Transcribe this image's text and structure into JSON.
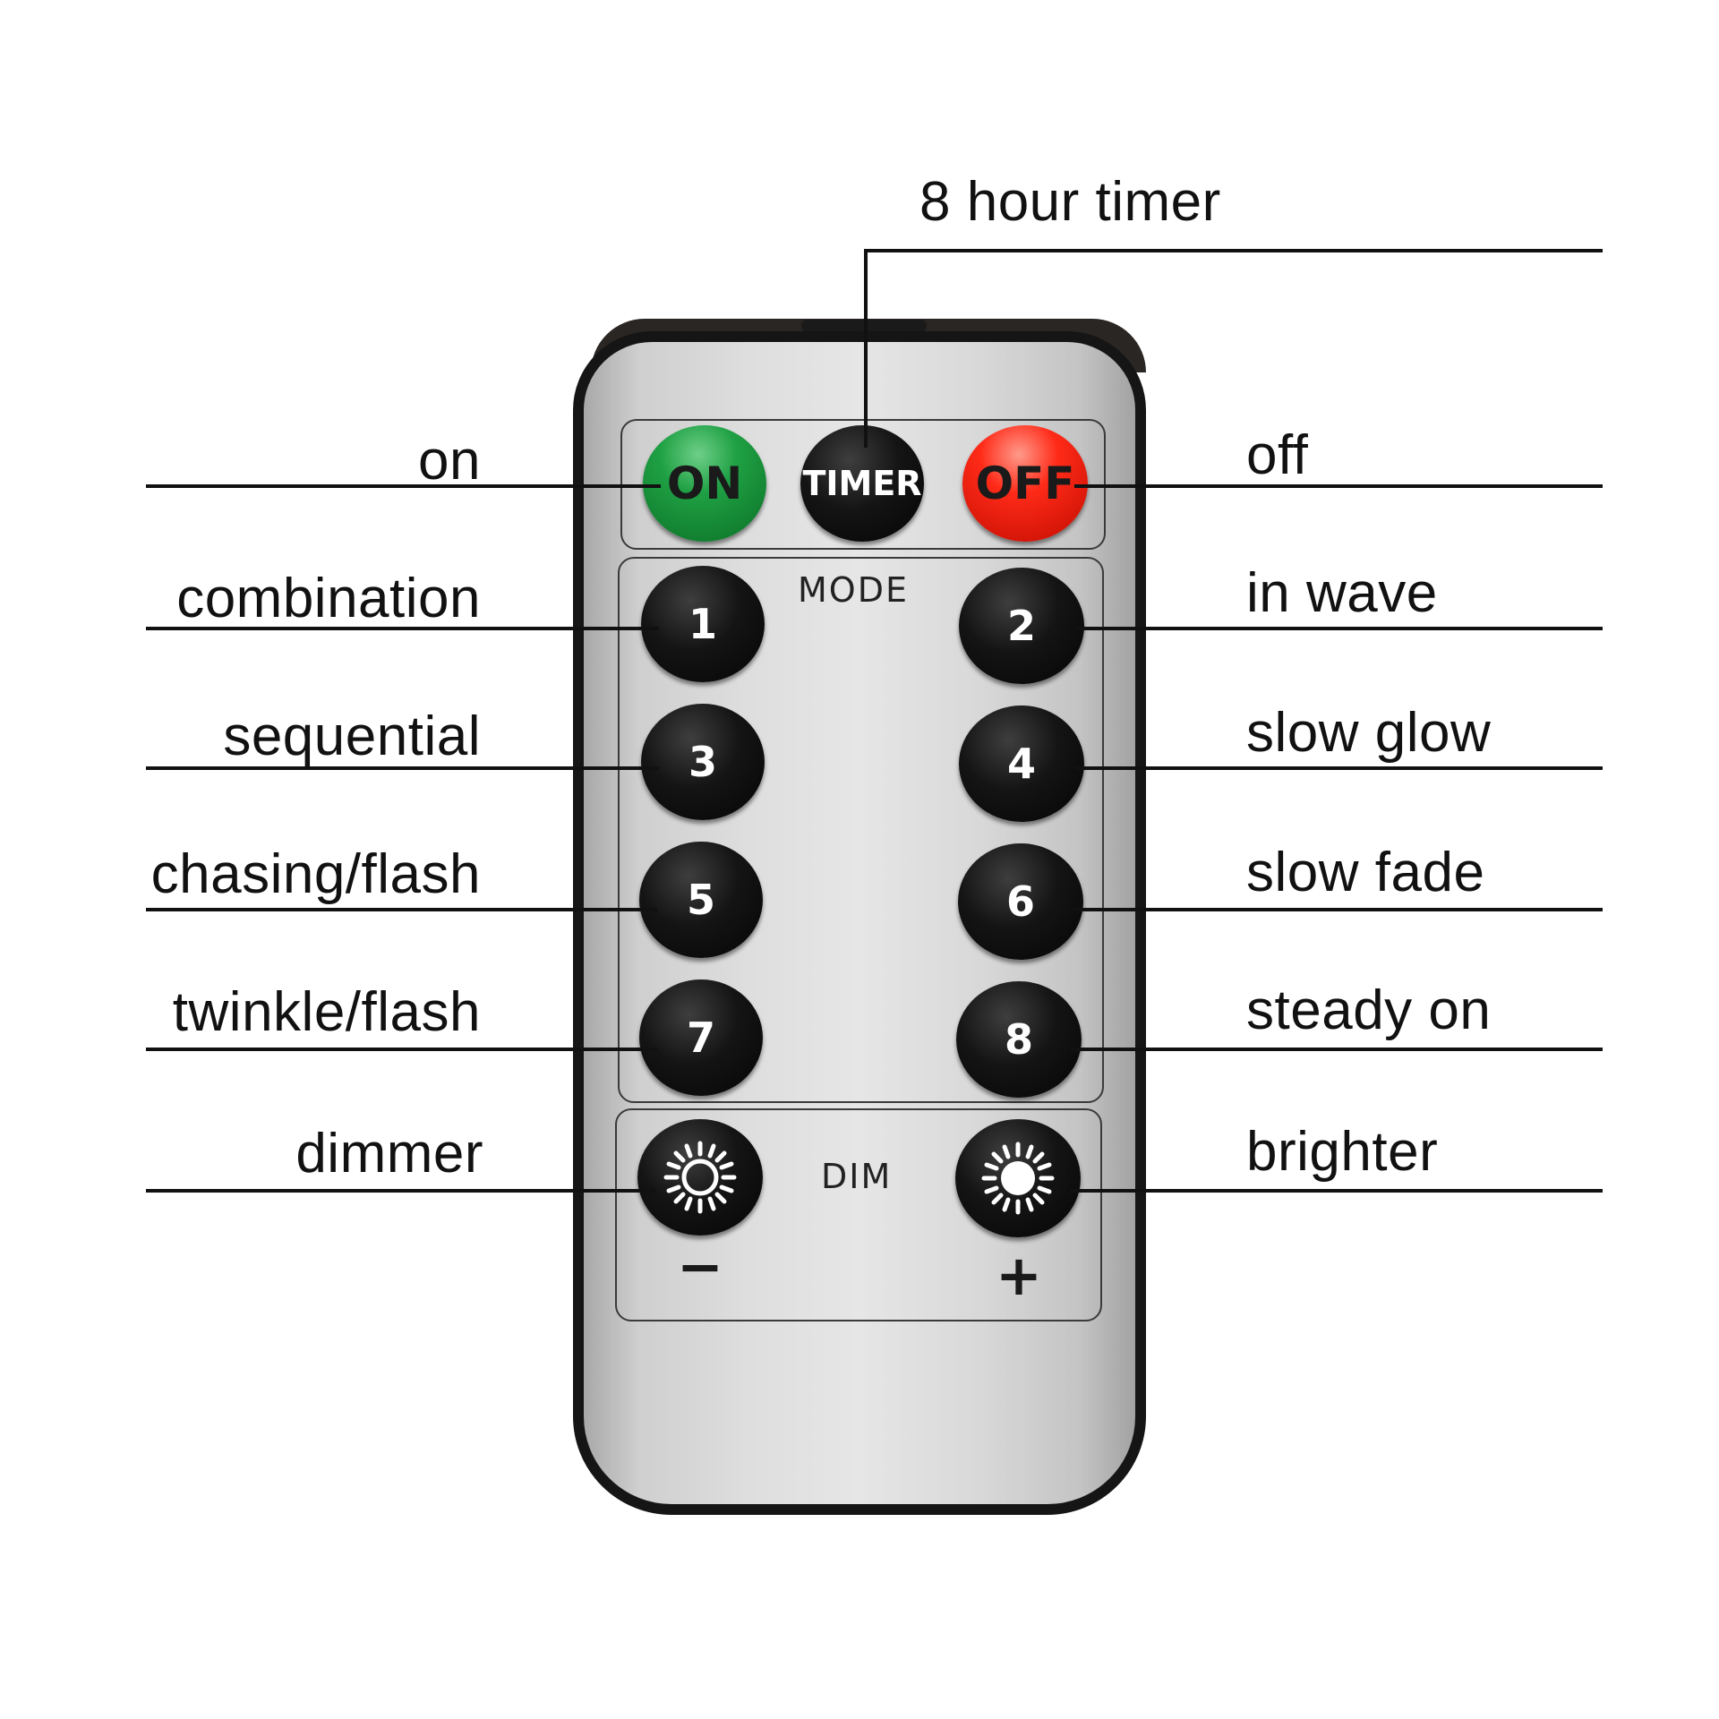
{
  "remote": {
    "buttons": {
      "on": "ON",
      "timer": "TIMER",
      "off": "OFF",
      "mode_label": "MODE",
      "dim_label": "DIM",
      "minus": "−",
      "plus": "+",
      "numbers": [
        "1",
        "2",
        "3",
        "4",
        "5",
        "6",
        "7",
        "8"
      ]
    },
    "colors": {
      "on": "#1fa044",
      "off": "#ff2a18",
      "keys": "#111111",
      "body": "#dedede"
    },
    "icons": {
      "dimmer": "sun-outline-icon",
      "brighter": "sun-filled-icon"
    }
  },
  "callouts": {
    "timer": "8 hour timer",
    "left": [
      "on",
      "combination",
      "sequential",
      "chasing/flash",
      "twinkle/flash",
      "dimmer"
    ],
    "right": [
      "off",
      "in wave",
      "slow glow",
      "slow fade",
      "steady on",
      "brighter"
    ]
  }
}
